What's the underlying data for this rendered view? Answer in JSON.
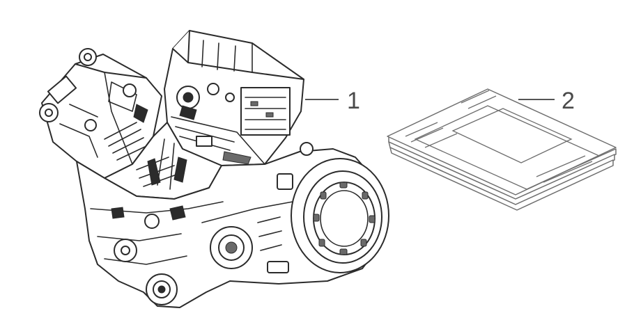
{
  "diagram": {
    "callouts": [
      {
        "number": "1",
        "part": "engine assembly"
      },
      {
        "number": "2",
        "part": "manual"
      }
    ]
  }
}
